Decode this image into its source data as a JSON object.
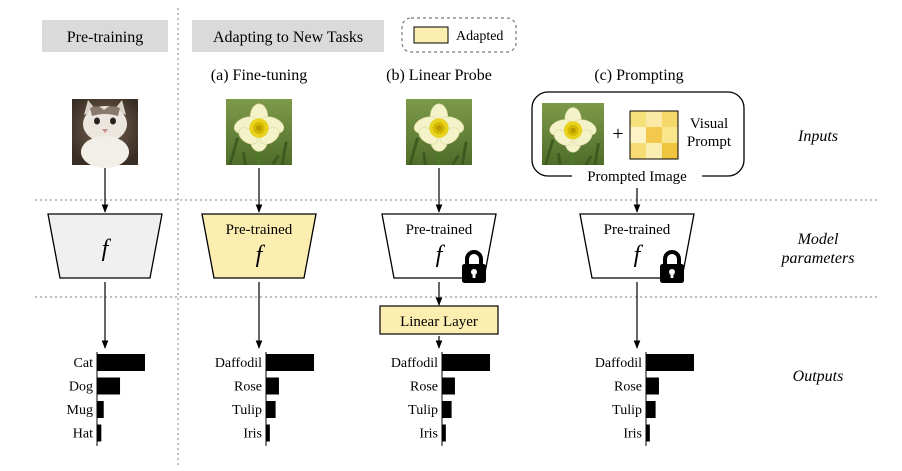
{
  "headers": {
    "pretraining": "Pre-training",
    "adapting": "Adapting to New Tasks",
    "legend_adapted": "Adapted"
  },
  "columns": {
    "a": "(a) Fine-tuning",
    "b": "(b) Linear Probe",
    "c": "(c) Prompting"
  },
  "row_labels": {
    "inputs": "Inputs",
    "model_line1": "Model",
    "model_line2": "parameters",
    "outputs": "Outputs"
  },
  "models": {
    "pretrained_label": "Pre-trained",
    "function_symbol": "f",
    "linear_layer": "Linear Layer"
  },
  "prompt": {
    "plus": "+",
    "visual_line1": "Visual",
    "visual_line2": "Prompt",
    "prompted_image": "Prompted Image"
  },
  "colors": {
    "adapted_fill": "#fbeeb0",
    "frozen_fill": "#f0f0f0",
    "header_bg": "#dadada",
    "bar": "#000000",
    "lock": "#000000",
    "prompt_tiles": [
      "#f5e07a",
      "#fbe9a6",
      "#f6d86a",
      "#fdf3c4",
      "#f2c94c",
      "#f9e58c",
      "#f7dc75",
      "#fbeeb0",
      "#f0c53e"
    ]
  },
  "outputs": {
    "pretraining": [
      {
        "label": "Cat",
        "value": 1.0
      },
      {
        "label": "Dog",
        "value": 0.48
      },
      {
        "label": "Mug",
        "value": 0.14
      },
      {
        "label": "Hat",
        "value": 0.09
      }
    ],
    "fine_tuning": [
      {
        "label": "Daffodil",
        "value": 1.0
      },
      {
        "label": "Rose",
        "value": 0.27
      },
      {
        "label": "Tulip",
        "value": 0.2
      },
      {
        "label": "Iris",
        "value": 0.08
      }
    ],
    "linear_probe": [
      {
        "label": "Daffodil",
        "value": 1.0
      },
      {
        "label": "Rose",
        "value": 0.27
      },
      {
        "label": "Tulip",
        "value": 0.2
      },
      {
        "label": "Iris",
        "value": 0.08
      }
    ],
    "prompting": [
      {
        "label": "Daffodil",
        "value": 1.0
      },
      {
        "label": "Rose",
        "value": 0.27
      },
      {
        "label": "Tulip",
        "value": 0.2
      },
      {
        "label": "Iris",
        "value": 0.08
      }
    ]
  },
  "icons": {
    "cat_image": "cat-photo",
    "flower_image": "daffodil-photo",
    "lock": "lock-icon",
    "arrow": "arrow-down-icon"
  }
}
